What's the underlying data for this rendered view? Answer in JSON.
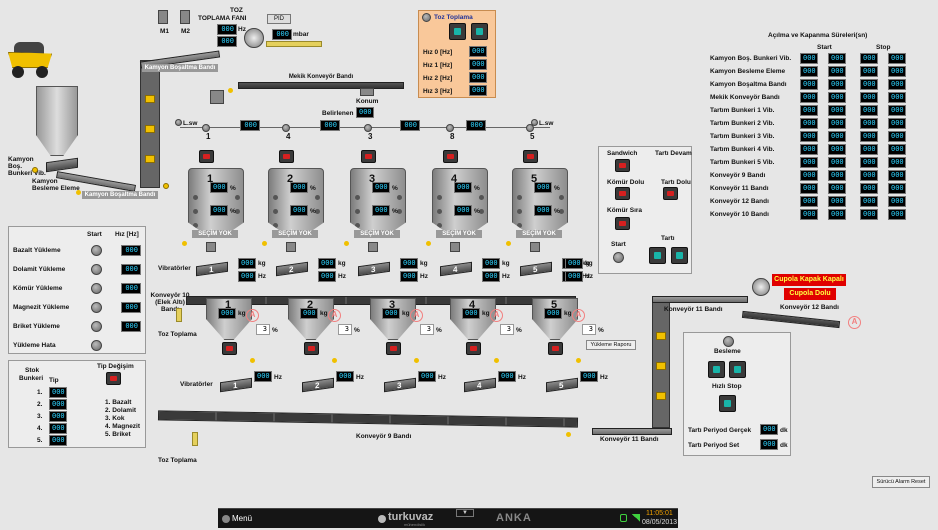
{
  "header": {
    "fan_title_1": "TOZ",
    "fan_title_2": "TOPLAMA FANI",
    "pid_button": "PID",
    "hz_unit": "Hz",
    "mbar_unit": "mbar",
    "m1": "M1",
    "m2": "M2",
    "fan_hz": "000",
    "fan_val": "000",
    "mbar_val": "000"
  },
  "toz_panel": {
    "title": "Toz Toplama",
    "rows": [
      {
        "label": "Hız 0 [Hz]",
        "value": "000"
      },
      {
        "label": "Hız 1 [Hz]",
        "value": "000"
      },
      {
        "label": "Hız 2 [Hz]",
        "value": "000"
      },
      {
        "label": "Hız 3 [Hz]",
        "value": "000"
      }
    ]
  },
  "belts": {
    "kamyon_bosaltma_top": "Kamyon Boşaltma Bandı",
    "mekik": "Mekik Konveyör Bandı",
    "konum": "Konum",
    "belirlenen": "Belirlenen",
    "belirlenen_val": "000",
    "kamyon_bos_bunkeri": "Kamyon Boş. Bunkeri Vib.",
    "kamyon_besleme": "Kamyon Besleme Eleme",
    "kamyon_bosaltma_bottom": "Kamyon Boşaltma Bandı",
    "lsw_left": "L.sw",
    "lsw_right": "L.sw",
    "konveyor10": "Konveyör 10 (Elek Altı) Bandı",
    "toz_toplama_1": "Toz Toplama",
    "toz_toplama_2": "Toz Toplama",
    "konveyor9": "Konveyör 9 Bandı",
    "konveyor11_top": "Konveyör 11 Bandı",
    "konveyor11_bottom": "Konveyör 11 Bandı",
    "konveyor12": "Konveyör 12 Bandı",
    "vibratorler_1": "Vibratörler",
    "vibratorler_2": "Vibratörler"
  },
  "position_values": [
    "000",
    "000",
    "000",
    "000"
  ],
  "silos": [
    {
      "n": "1",
      "lsw": "1",
      "a": "000",
      "b": "000",
      "kg": "000",
      "hz": "000",
      "state": "SEÇİM YOK"
    },
    {
      "n": "2",
      "lsw": "4",
      "a": "000",
      "b": "000",
      "kg": "000",
      "hz": "000",
      "state": "SEÇİM YOK"
    },
    {
      "n": "3",
      "lsw": "3",
      "a": "000",
      "b": "000",
      "kg": "000",
      "hz": "000",
      "state": "SEÇİM YOK"
    },
    {
      "n": "4",
      "lsw": "8",
      "a": "000",
      "b": "000",
      "kg": "000",
      "hz": "000",
      "state": "SEÇİM YOK"
    },
    {
      "n": "5",
      "lsw": "5",
      "a": "000",
      "b": "000",
      "kg": "000",
      "hz": "000",
      "state": "SEÇİM YOK"
    }
  ],
  "units": {
    "pct": "%",
    "kg": "kg",
    "hz": "Hz",
    "dk": "dk"
  },
  "weighers": [
    {
      "n": "1",
      "kg": "000",
      "pct": "3",
      "hz": "000"
    },
    {
      "n": "2",
      "kg": "000",
      "pct": "3",
      "hz": "000"
    },
    {
      "n": "3",
      "kg": "000",
      "pct": "3",
      "hz": "000"
    },
    {
      "n": "4",
      "kg": "000",
      "pct": "3",
      "hz": "000"
    },
    {
      "n": "5",
      "kg": "000",
      "pct": "3",
      "hz": "000"
    }
  ],
  "extra_kg": "000",
  "extra_hz": "000",
  "loading": {
    "col_start": "Start",
    "col_hz": "Hız [Hz]",
    "rows": [
      {
        "label": "Bazalt Yükleme",
        "value": "000"
      },
      {
        "label": "Dolamit Yükleme",
        "value": "000"
      },
      {
        "label": "Kömür Yükleme",
        "value": "000"
      },
      {
        "label": "Magnezit Yükleme",
        "value": "000"
      },
      {
        "label": "Briket Yükleme",
        "value": "000"
      },
      {
        "label": "Yükleme Hata",
        "value": ""
      }
    ]
  },
  "stock": {
    "title_1": "Stok",
    "title_2": "Bunkeri",
    "col_tip": "Tip",
    "col_change": "Tip Değişim",
    "rows": [
      {
        "n": "1.",
        "v": "000"
      },
      {
        "n": "2.",
        "v": "000"
      },
      {
        "n": "3.",
        "v": "000"
      },
      {
        "n": "4.",
        "v": "000"
      },
      {
        "n": "5.",
        "v": "000"
      }
    ],
    "legend": [
      "1. Bazalt",
      "2. Dolamit",
      "3. Kok",
      "4. Magnezit",
      "5. Briket"
    ]
  },
  "recipe": {
    "sandwich": "Sandwich",
    "tarti_devam": "Tartı Devam",
    "komur_dolu": "Kömür Dolu",
    "tarti_dolu": "Tartı Dolu",
    "komur_sira": "Kömür Sıra",
    "start": "Start",
    "tarti": "Tartı"
  },
  "timers": {
    "title": "Açılma ve Kapanma Süreleri(sn)",
    "col_start": "Start",
    "col_stop": "Stop",
    "rows": [
      {
        "label": "Kamyon Boş. Bunkeri Vib."
      },
      {
        "label": "Kamyon Besleme Eleme"
      },
      {
        "label": "Kamyon Boşaltma Bandı"
      },
      {
        "label": "Mekik Konveyör Bandı"
      },
      {
        "label": "Tartım Bunkeri 1 Vib."
      },
      {
        "label": "Tartım Bunkeri 2 Vib."
      },
      {
        "label": "Tartım Bunkeri 3 Vib."
      },
      {
        "label": "Tartım Bunkeri 4 Vib."
      },
      {
        "label": "Tartım Bunkeri 5 Vib."
      },
      {
        "label": "Konveyör 9 Bandı"
      },
      {
        "label": "Konveyör 11 Bandı"
      },
      {
        "label": "Konveyör 12 Bandı"
      },
      {
        "label": "Konveyör 10 Bandı"
      }
    ],
    "value": "000"
  },
  "cupola": {
    "kapak": "Cupola Kapak Kapalı",
    "dolu": "Cupola Dolu"
  },
  "feed_panel": {
    "besleme": "Besleme",
    "hizli_stop": "Hızlı Stop",
    "gercek": "Tartı Periyod Gerçek",
    "set": "Tartı Periyod Set",
    "gercek_val": "000",
    "set_val": "000"
  },
  "buttons": {
    "report": "Yükleme Raporu",
    "alarm_reset": "Sürücü Alarm Reset"
  },
  "taskbar": {
    "menu": "Menü",
    "brand": "turkuvaz",
    "brand_sub": "mühendislik",
    "anka": "ANKA",
    "time": "11:05:01",
    "date": "08/05/2013"
  },
  "colors": {
    "bg": "#e6e6e6",
    "lcd_text": "#2fd3ff",
    "alarm": "#f27f7f",
    "teal": "#19b4a8",
    "orange_panel": "#f9c89a",
    "cupola_red": "#e00000",
    "cupola_text": "#ffff40"
  }
}
